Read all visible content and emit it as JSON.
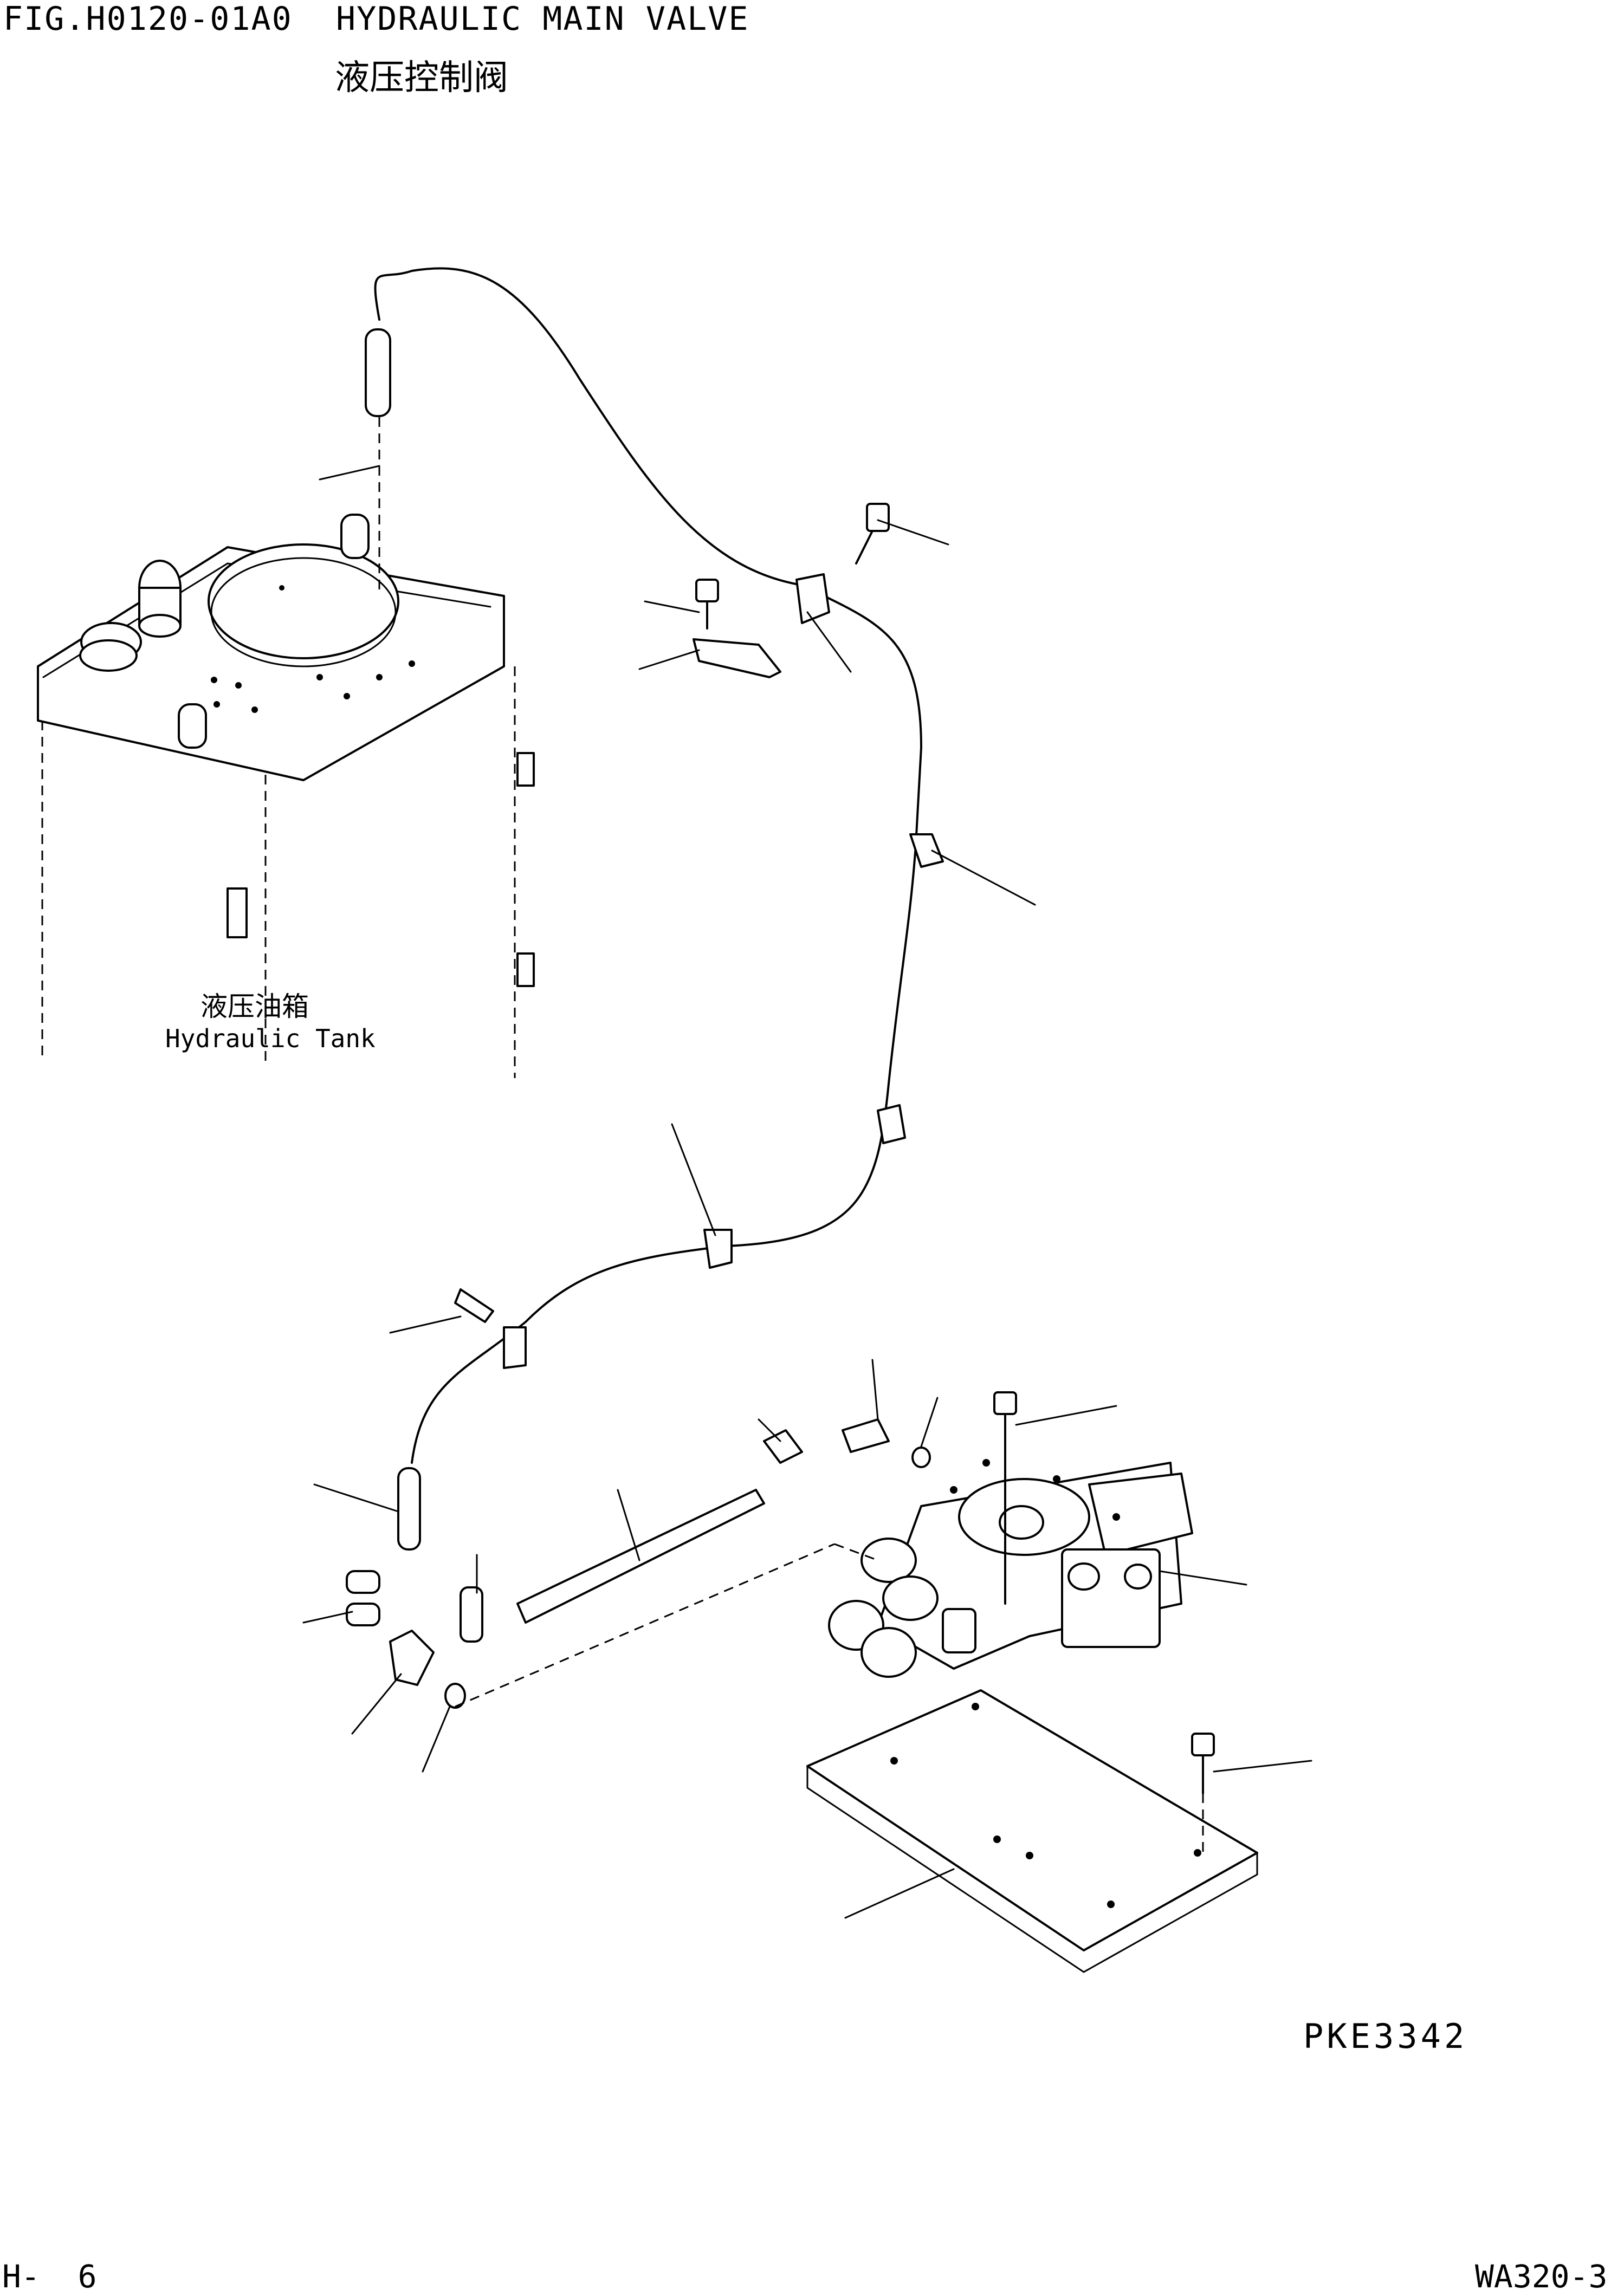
{
  "header": {
    "figure_id": "FIG.H0120-01A0",
    "title_en": "HYDRAULIC MAIN VALVE",
    "title_cn": "液压控制阀"
  },
  "labels": {
    "tank_cn": "液压油箱",
    "tank_en": "Hydraulic Tank"
  },
  "drawing_id": "PKE3342",
  "footer": {
    "page": "H-  6",
    "model": "WA320-3"
  }
}
